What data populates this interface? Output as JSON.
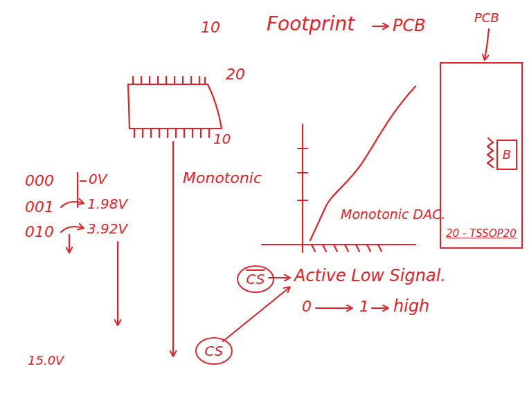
{
  "diagram": {
    "nodes": [
      {
        "text": [
          "20 - TSSOP20"
        ]
      },
      {
        "text": [
          "B"
        ],
        "in": 0
      },
      {
        "text": [
          "CS"
        ]
      },
      {
        "text": [
          "CS"
        ]
      }
    ],
    "labels": [
      "10",
      "20",
      "10",
      "000",
      "0V",
      "001",
      "1.98V",
      "010",
      "3.92V",
      "Monotonic",
      "15.0V",
      "Footprint",
      "PCB",
      "PCB",
      "Monotonic DAC.",
      "Active Low Signal.",
      "0",
      "1",
      "high"
    ]
  }
}
